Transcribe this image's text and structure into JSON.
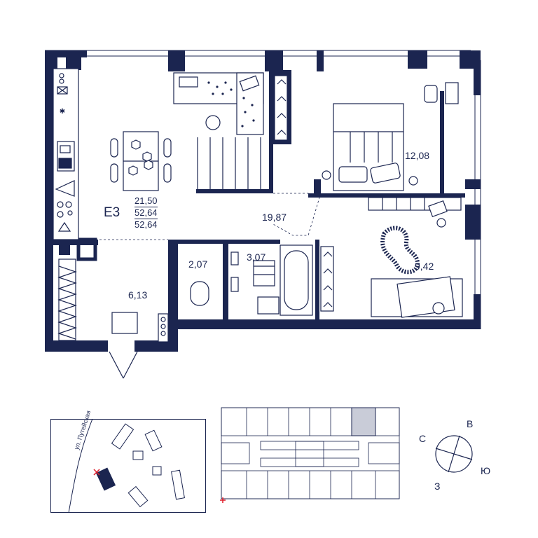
{
  "apartment": {
    "code": "Е3",
    "areas": [
      "21,50",
      "52,64",
      "52,64"
    ]
  },
  "rooms": [
    {
      "id": "bedroom",
      "area": "12,08"
    },
    {
      "id": "hall",
      "area": "19,87"
    },
    {
      "id": "wc",
      "area": "2,07"
    },
    {
      "id": "bathroom",
      "area": "3,07"
    },
    {
      "id": "kids",
      "area": "9,42"
    },
    {
      "id": "entrance",
      "area": "6,13"
    }
  ],
  "location_map": {
    "street": "ул. Путейская"
  },
  "compass": {
    "north": "С",
    "east": "В",
    "south": "Ю",
    "west": "З"
  },
  "colors": {
    "wall": "#1b2550",
    "highlight": "#c9ccd8",
    "marker": "#e01e2a"
  }
}
